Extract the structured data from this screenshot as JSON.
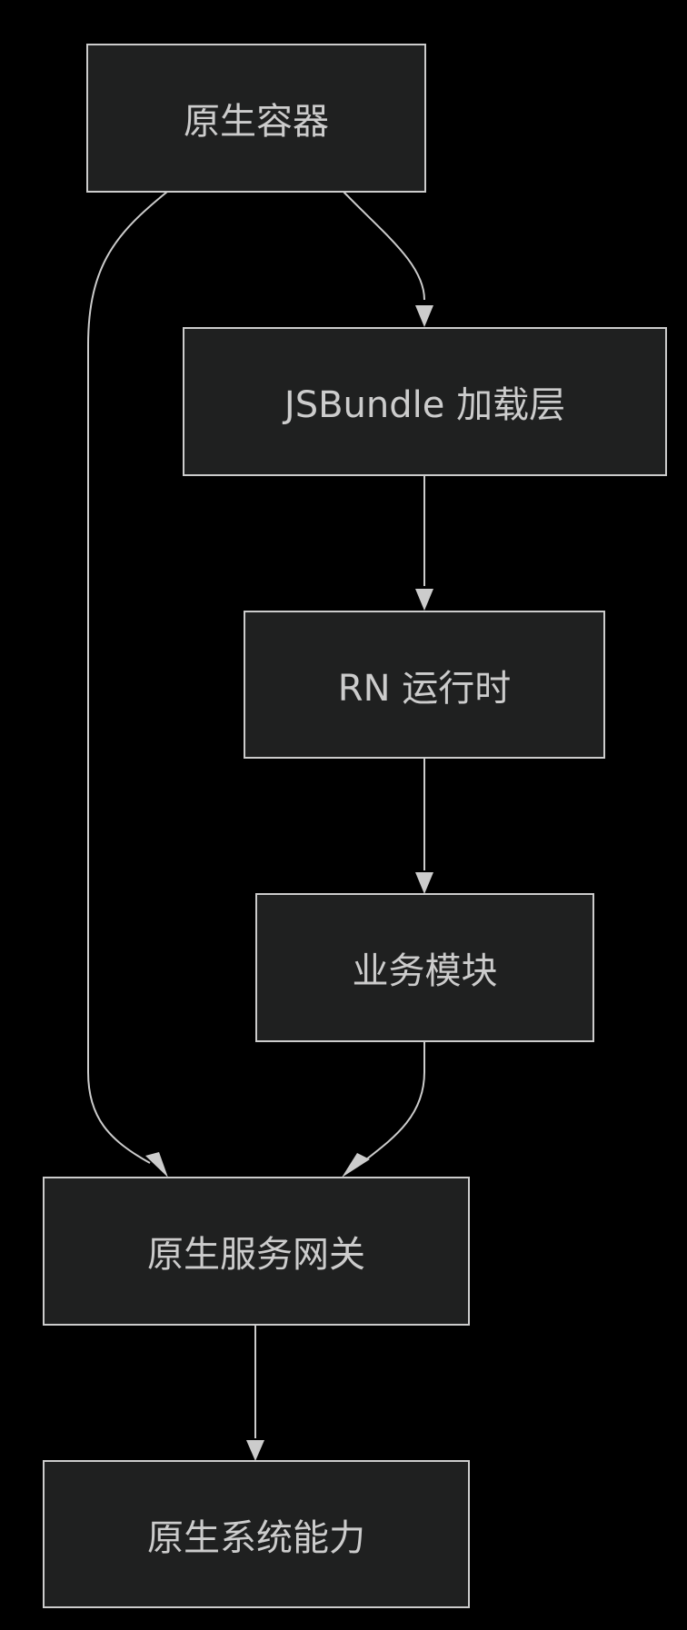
{
  "diagram": {
    "type": "flowchart",
    "direction": "top-down",
    "colors": {
      "background": "#000000",
      "node_fill": "#1f2020",
      "node_border": "#cccccc",
      "text": "#cccccc",
      "edge": "#cccccc"
    },
    "nodes": [
      {
        "id": "n1",
        "label": "原生容器"
      },
      {
        "id": "n2",
        "label": "JSBundle 加载层"
      },
      {
        "id": "n3",
        "label": "RN 运行时"
      },
      {
        "id": "n4",
        "label": "业务模块"
      },
      {
        "id": "n5",
        "label": "原生服务网关"
      },
      {
        "id": "n6",
        "label": "原生系统能力"
      }
    ],
    "edges": [
      {
        "from": "n1",
        "to": "n2"
      },
      {
        "from": "n2",
        "to": "n3"
      },
      {
        "from": "n3",
        "to": "n4"
      },
      {
        "from": "n1",
        "to": "n5"
      },
      {
        "from": "n4",
        "to": "n5"
      },
      {
        "from": "n5",
        "to": "n6"
      }
    ]
  }
}
